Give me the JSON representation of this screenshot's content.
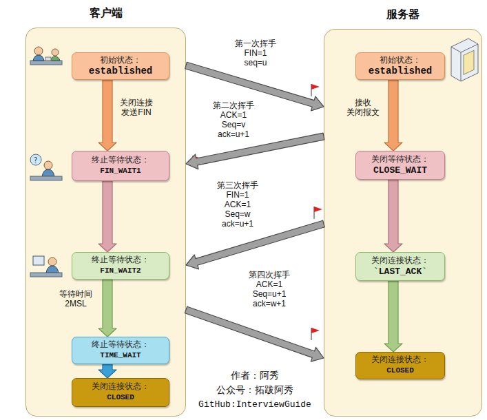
{
  "diagram": {
    "nodes": [
      {
        "text": [
          "客户端"
        ]
      },
      {
        "text": [
          "初始状态：",
          "established"
        ],
        "in": 0
      },
      {
        "text": [
          "终止等待状态：",
          "FIN_WAIT1"
        ],
        "in": 0
      },
      {
        "text": [
          "终止等待状态：",
          "FIN_WAIT2"
        ],
        "in": 0
      },
      {
        "text": [
          "终止等待状态：",
          "TIME_WAIT"
        ],
        "in": 0
      },
      {
        "text": [
          "关闭连接状态：",
          "CLOSED"
        ],
        "in": 0
      },
      {
        "text": [
          "服务器"
        ]
      },
      {
        "text": [
          "初始状态：",
          "established"
        ],
        "in": 6
      },
      {
        "text": [
          "关闭等待状态：",
          "CLOSE_WAIT"
        ],
        "in": 6
      },
      {
        "text": [
          "关闭连接状态：",
          "`LAST_ACK`"
        ],
        "in": 6
      },
      {
        "text": [
          "关闭连接状态：",
          "CLOSED"
        ],
        "in": 6
      }
    ],
    "edges": [
      {
        "from": 1,
        "to": 2,
        "label": "关闭连接 发送FIN",
        "arrow": "to"
      },
      {
        "from": 2,
        "to": 3,
        "arrow": "to"
      },
      {
        "from": 3,
        "to": 4,
        "label": "等待时间 2MSL",
        "arrow": "to"
      },
      {
        "from": 4,
        "to": 5,
        "arrow": "to"
      },
      {
        "from": 7,
        "to": 8,
        "label": "接收 关闭报文",
        "arrow": "to"
      },
      {
        "from": 8,
        "to": 9,
        "arrow": "to"
      },
      {
        "from": 9,
        "to": 10,
        "arrow": "to"
      },
      {
        "from": 0,
        "to": 6,
        "label": "第一次挥手 FIN=1 seq=u",
        "arrow": "to"
      },
      {
        "from": 6,
        "to": 0,
        "label": "第二次挥手 ACK=1 Seq=v ack=u+1",
        "arrow": "to"
      },
      {
        "from": 6,
        "to": 0,
        "label": "第三次挥手 FIN=1 ACK=1 Seq=w ack=u+1",
        "arrow": "to"
      },
      {
        "from": 0,
        "to": 6,
        "label": "第四次挥手 ACK=1 Seq=u+1 ack=w+1",
        "arrow": "to"
      }
    ],
    "labels": [
      "作者：阿秀",
      "公众号：拓跋阿秀",
      "GitHub:InterviewGuide"
    ]
  }
}
